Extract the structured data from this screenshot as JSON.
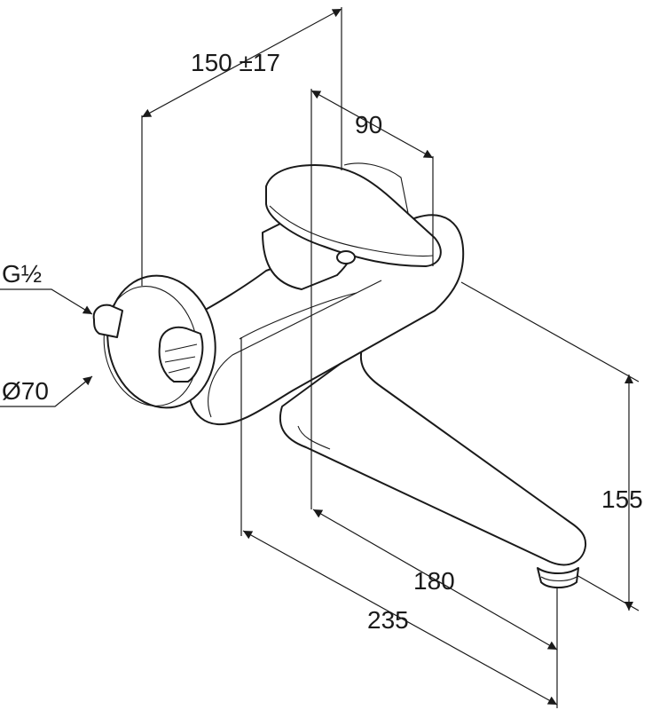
{
  "dimensions": {
    "spread": "150 ±17",
    "lever_to_axis": "90",
    "thread": "G½",
    "rosette_diameter": "Ø70",
    "height": "155",
    "spout_reach": "180",
    "total_reach": "235"
  },
  "colors": {
    "line": "#1a1a1a",
    "background": "#ffffff"
  }
}
